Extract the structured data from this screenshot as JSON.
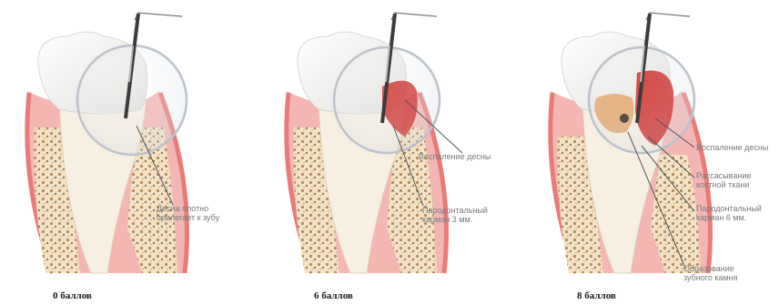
{
  "panels": [
    {
      "score": "0 баллов",
      "callouts": [
        "Десна плотно\nприлегает к зубу"
      ]
    },
    {
      "score": "6 баллов",
      "callouts": [
        "Воспаление десны",
        "Пародонтальный\nкарман 3 мм."
      ]
    },
    {
      "score": "8 баллов",
      "callouts": [
        "Воспаление десны",
        "Рассасывание\nкостной ткани",
        "Пародонтальный\nкарман 6 мм.",
        "Образование\nзубного камня"
      ]
    }
  ],
  "colors": {
    "gum": "#f3b6b3",
    "gum_edge": "#e87b78",
    "bone": "#f3e3c6",
    "bone_dots": "#b88a5a",
    "enamel": "#f4f4f2",
    "root": "#f7efe2",
    "inflammation": "#c9140f",
    "tartar": "#e3a366",
    "probe": "#3c3c3c",
    "leader": "#555555"
  }
}
